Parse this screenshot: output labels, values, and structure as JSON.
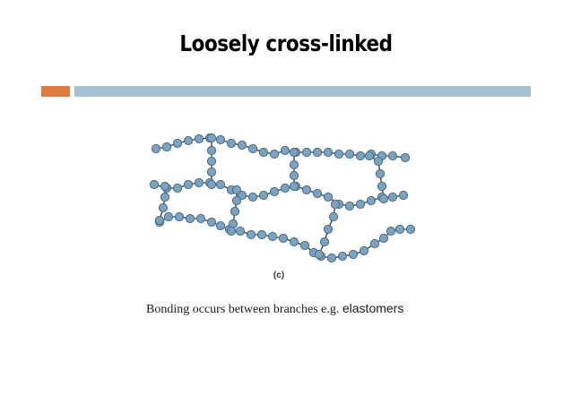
{
  "slide": {
    "title": "Loosely cross-linked",
    "accent_color": "#e07b3f",
    "rule_color": "#a8c0d6"
  },
  "figure": {
    "panel_label": "(c)",
    "bead_color": "#7aa3c0",
    "bead_outline": "#4a6a85",
    "bond_color": "#333333"
  },
  "caption": {
    "text": "Bonding occurs between branches e.g.",
    "term": "elastomers"
  }
}
